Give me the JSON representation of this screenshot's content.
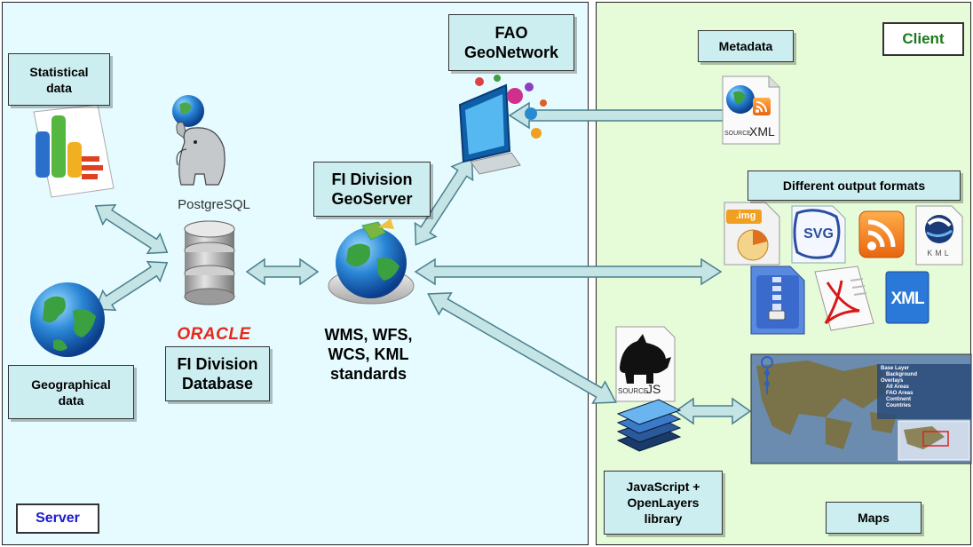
{
  "server": {
    "label": "Server",
    "label_color": "#1a1acc"
  },
  "client": {
    "label": "Client",
    "label_color": "#1a7a1a"
  },
  "nodes": {
    "statistical": "Statistical\ndata",
    "geographical": "Geographical\ndata",
    "fi_database": "FI Division\nDatabase",
    "fi_geoserver": "FI Division\nGeoServer",
    "fao_geonetwork": "FAO\nGeoNetwork",
    "standards": "WMS, WFS,\nWCS, KML\nstandards",
    "metadata": "Metadata",
    "output_formats": "Different output formats",
    "javascript": "JavaScript +\nOpenLayers\nlibrary",
    "maps": "Maps"
  },
  "logos": {
    "postgresql": "PostgreSQL",
    "oracle": "ORACLE",
    "xml_source": "SOURCE",
    "xml": "XML",
    "js_source": "SOURCE",
    "js": "JS",
    "img": ".img",
    "svg": "SVG",
    "kml": "KML"
  },
  "map_legend": {
    "base_layer": "Base Layer",
    "background": "Background",
    "overlays": "Overlays",
    "items": [
      "All Areas",
      "FAO Areas",
      "Continent",
      "Countries"
    ]
  },
  "colors": {
    "arrow_fill": "#c4e4e6",
    "arrow_stroke": "#4a7f8c",
    "box_fill": "#cdeef0",
    "oracle_red": "#e8281a"
  }
}
